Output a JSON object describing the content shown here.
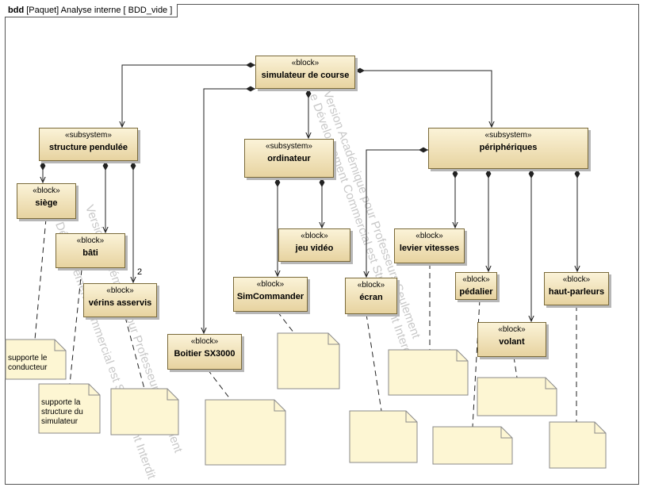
{
  "frame": {
    "kind": "bdd",
    "label": "[Paquet] Analyse interne [ BDD_vide ]"
  },
  "blocks": {
    "simulateur": {
      "stereotype": "«block»",
      "name": "simulateur de course"
    },
    "structure": {
      "stereotype": "«subsystem»",
      "name": "structure pendulée"
    },
    "ordinateur": {
      "stereotype": "«subsystem»",
      "name": "ordinateur"
    },
    "peripheriques": {
      "stereotype": "«subsystem»",
      "name": "périphériques"
    },
    "siege": {
      "stereotype": "«block»",
      "name": "siège"
    },
    "bati": {
      "stereotype": "«block»",
      "name": "bâti"
    },
    "verins": {
      "stereotype": "«block»",
      "name": "vérins asservis"
    },
    "boitier": {
      "stereotype": "«block»",
      "name": "Boitier SX3000"
    },
    "jeu": {
      "stereotype": "«block»",
      "name": "jeu vidéo"
    },
    "simcommander": {
      "stereotype": "«block»",
      "name": "SimCommander"
    },
    "ecran": {
      "stereotype": "«block»",
      "name": "écran"
    },
    "levier": {
      "stereotype": "«block»",
      "name": "levier vitesses"
    },
    "pedalier": {
      "stereotype": "«block»",
      "name": "pédalier"
    },
    "volant": {
      "stereotype": "«block»",
      "name": "volant"
    },
    "hautparleurs": {
      "stereotype": "«block»",
      "name": "haut-parleurs"
    }
  },
  "multiplicity": {
    "verins": "2"
  },
  "notes": {
    "siege_note": "supporte le\nconducteur",
    "bati_note": "supporte la\nstructure du\nsimulateur"
  },
  "watermark": [
    "Version Académique pour Professeurs Seulement",
    "Le Développement Commercial est Strictement Interdit"
  ]
}
